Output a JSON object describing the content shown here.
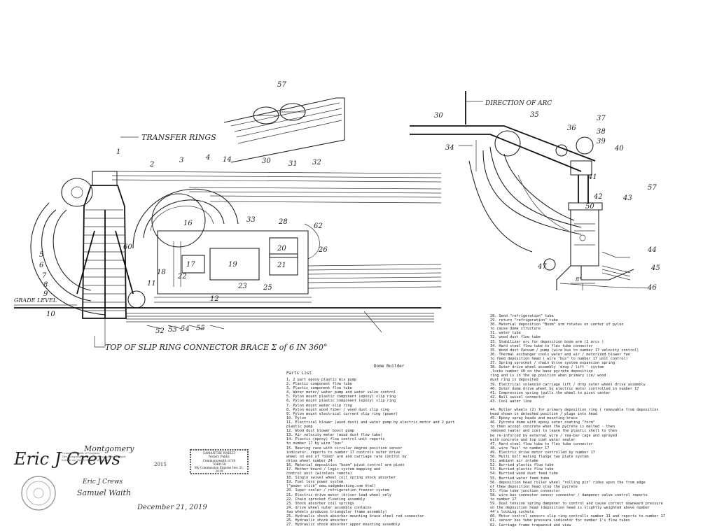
{
  "labels": {
    "transfer_rings": "TRANSFER RINGS",
    "direction_of_arc": "DIRECTION OF ARC",
    "grade_level": "GRADE LEVEL",
    "bottom_note": "TOP OF SLIP RING CONNECTOR BRACE Σ of 6 IN 360°",
    "angle": "8°"
  },
  "main_callouts": [
    "1",
    "2",
    "3",
    "4",
    "5",
    "6",
    "7",
    "8",
    "9",
    "10",
    "11",
    "12",
    "14",
    "16",
    "17",
    "18",
    "19",
    "20",
    "21",
    "22",
    "23",
    "25",
    "26",
    "28",
    "30",
    "31",
    "32",
    "33",
    "52",
    "53",
    "54",
    "55",
    "57",
    "60",
    "62"
  ],
  "side_callouts": [
    "30",
    "34",
    "35",
    "36",
    "37",
    "38",
    "39",
    "40",
    "41",
    "42",
    "43",
    "44",
    "45",
    "46",
    "47",
    "50",
    "57"
  ],
  "doc_title": "Dome Builder",
  "parts_list_heading": "Parts List",
  "parts_list_1": [
    "1.  2 part epoxy plastic mix pump",
    "2.  Plastic component flow tube",
    "3.  Plastic component flow tube",
    "4.  Water meter/ water pump and water valve control",
    "5.  Pylon mount plastic component (epoxy) slip ring",
    "6.  Pylon mount plastic component (epoxy) slip ring",
    "7.  Pylon mount water slip ring",
    "8.  Pylon mount wood fiber / wood dust slip ring",
    "9.  Pylon mount electrical current slip ring (power)",
    "10. Pylon",
    "11. Electrical blower (wood dust) and water pump by electric motor and 2 part",
    "    plastic pump",
    "12. Wood dust blower boost pump",
    "13. Air velocity meter (wood dust flow tube)",
    "14. Plastic (epoxy) flow control unit reports",
    "    to number 17 by wire \"bus\"",
    "15. Bearing race with circular degree position sensor",
    "    indicator, reports to number 17 controls outer drive",
    "    wheel on end of \"boom\" arm and carriage rate control by",
    "    drive wheel number 24",
    "16. Material deposition \"boom\" pivot control arm pives",
    "17. Mother board / logic system mapping and",
    "    control unit (wireless remote)",
    "18. Single swivel wheel coil spring shock absorber",
    "19. Fuel less power system",
    "    (\"power stick\" www.sadgmdesking.com html)",
    "20. Super cooler / refrigeration freezer system",
    "21. Electric drive motor (driver lead wheel only",
    "22. Chain sprocket floating assembly",
    "23. Shock absorber coil springs",
    "24. drive wheel outer assembly contains",
    "    two wheels produces triangular frame assembly)",
    "25. Hydraulic shock absorber mounting brace steel rod connector",
    "26. Hydraulic shock absorber",
    "27. Hydraulic shock absorber upper mounting assembly"
  ],
  "parts_list_2": [
    "28. Send \"refrigeration\" tube",
    "29. return \"refrigeration\" tube",
    "30. Material deposition \"Boom\" arm rotates on center of pylon",
    "    to cause dome structure",
    "31. water tube",
    "32. wood dust flow tube",
    "33. Stabilizer arc for deposition boom arm (2 arcs )",
    "34. Hard steel flow tube to flex tube connector",
    "35. Wood dust Vacuum / pump (wire bus to number 17 velocity control)",
    "36. Thermal exchanger cools water and air / motorized blower fan",
    "    to feed deposition head ( wire \"bus\" to number 17 unit control)",
    "37. Spring sprocket / chain drive system expansion spring",
    "38. Outer drive wheel assembly 'drop / lift ' system",
    "    .locks number 40 on the base pycrete deposition",
    "    ring and is in the up position when primary ice/ wood",
    "    dust ring is deposited",
    "39. Electrical solenoid carriage lift / drop outer wheel drive assembly",
    "40. Outer dome drive wheel by electric motor controlled in number 17",
    "41. Compression spring (pulls the wheel to pivot center",
    "42. Ball swivel connector",
    "43. Cool water line"
  ],
  "parts_list_3": [
    "44. Roller wheels (2) for primary deposition ring ( removable from deposition",
    "    head shown in detached position / plugs into head",
    "45. Epoxy spray heads and mounting brace",
    "46. Pycrete  dome with epoxy outer coating  \"form\"",
    "    to then accept concrete when the pycrete is melted - then",
    "    removed (water and ice) to leave the plastic shell to then",
    "    be re-inforced by external wire / rea-bar cage and sprayed",
    "    with concrete and top coat water sealer",
    "47. Hard steel flow tube to flex tube connector",
    "48. wire \"bus\" to number 17",
    "49. Electric drive motor controlled by number 17",
    "50. Multi bolt mating flange two plate system",
    "51. ambient air intake",
    "52. Burried plastic flow tube",
    "53. Burried plastic flow tube",
    "54. Burried wood dust feed tube",
    "55. Burried water feed tube",
    "56. deposition head roller wheel \"rolling pin\" rides upon the from edge",
    "    of thew deposition head stop the pycrete",
    "57. flow tube junction connector",
    "58. wire bus connector sensor connector / dampener valve control reports",
    "    to number 17",
    "59. Dual tension spring dampener to control and cause correct downward pressure",
    "    on the deposition head (deposition head is slightly weighted above number",
    "    44's locking sockets",
    "60. Motor control sensors slip ring controlls number 11 and reports to number 17",
    "61. sensor bus  tube pressure indicator for number 1's flow tubes",
    "62. Carriage frame  trapazoid and view"
  ],
  "signature": "Eric J Crews",
  "notary": {
    "county": "Montgomery",
    "printed_name": "Eric J Crews",
    "witness": "Samuel Waith",
    "expires": "December 21, 2019",
    "year_suffix": "2015",
    "stamp_lines": [
      "SAMANTHE WAELTI",
      "Notary Public",
      "Commonwealth of VA",
      "7640150",
      "My Commission Expires Dec 31, 2019"
    ],
    "fine_print": [
      "Commonwealth of Virginia",
      "The foregoing instrument was acknowledged",
      "before me this 13th day of August"
    ]
  }
}
